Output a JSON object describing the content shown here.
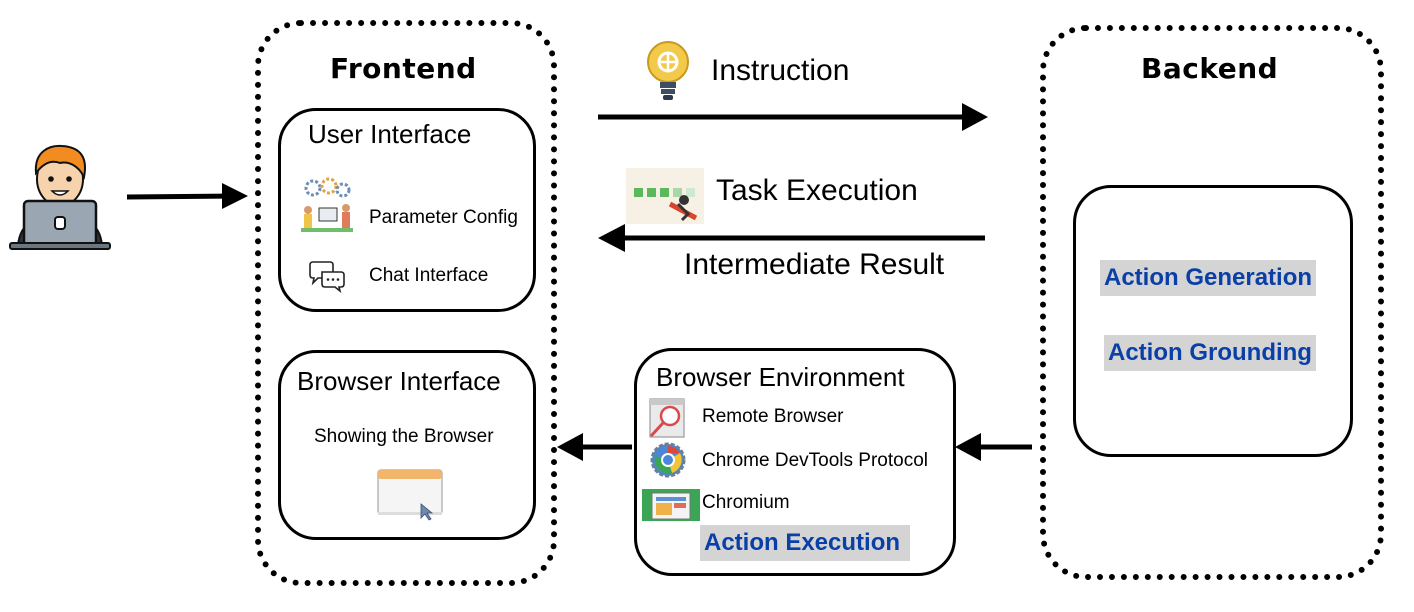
{
  "frontend": {
    "title": "Frontend",
    "user_interface": {
      "title": "User Interface",
      "items": [
        "Parameter Config",
        "Chat Interface"
      ]
    },
    "browser_interface": {
      "title": "Browser Interface",
      "caption": "Showing the Browser"
    }
  },
  "backend": {
    "title": "Backend",
    "actions": [
      "Action Generation",
      "Action Grounding"
    ]
  },
  "flows": {
    "instruction": "Instruction",
    "task_execution": "Task Execution",
    "intermediate_result": "Intermediate Result"
  },
  "browser_environment": {
    "title": "Browser Environment",
    "items": [
      "Remote Browser",
      "Chrome DevTools Protocol",
      "Chromium"
    ],
    "action": "Action Execution"
  },
  "colors": {
    "highlight_bg": "#d4d4d4",
    "highlight_text": "#0a3fa8"
  }
}
